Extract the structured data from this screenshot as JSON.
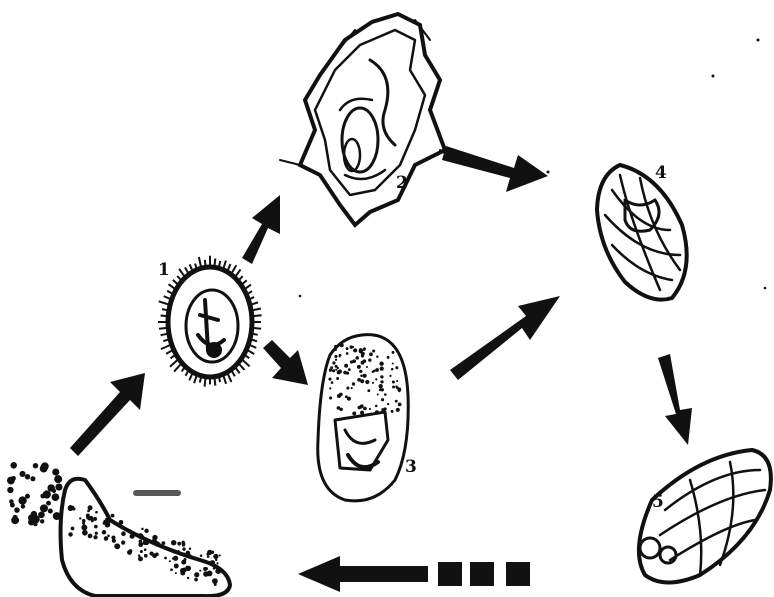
{
  "stages": [
    {
      "id": "1",
      "label": "1"
    },
    {
      "id": "2",
      "label": "2"
    },
    {
      "id": "3",
      "label": "3"
    },
    {
      "id": "4",
      "label": "4"
    },
    {
      "id": "5",
      "label": "5"
    }
  ],
  "blurred_label": "",
  "colors": {
    "ink": "#111111",
    "background": "#ffffff"
  },
  "icons": {
    "stage1": "spiny-round-cell-icon",
    "stage2": "winged-egg-icon",
    "stage3": "dotted-oval-cell-icon",
    "stage4": "banded-oval-egg-icon",
    "stage5": "tilted-oval-capsule-icon",
    "source": "elongated-organism-icon",
    "particles": "scattered-dots-icon"
  }
}
